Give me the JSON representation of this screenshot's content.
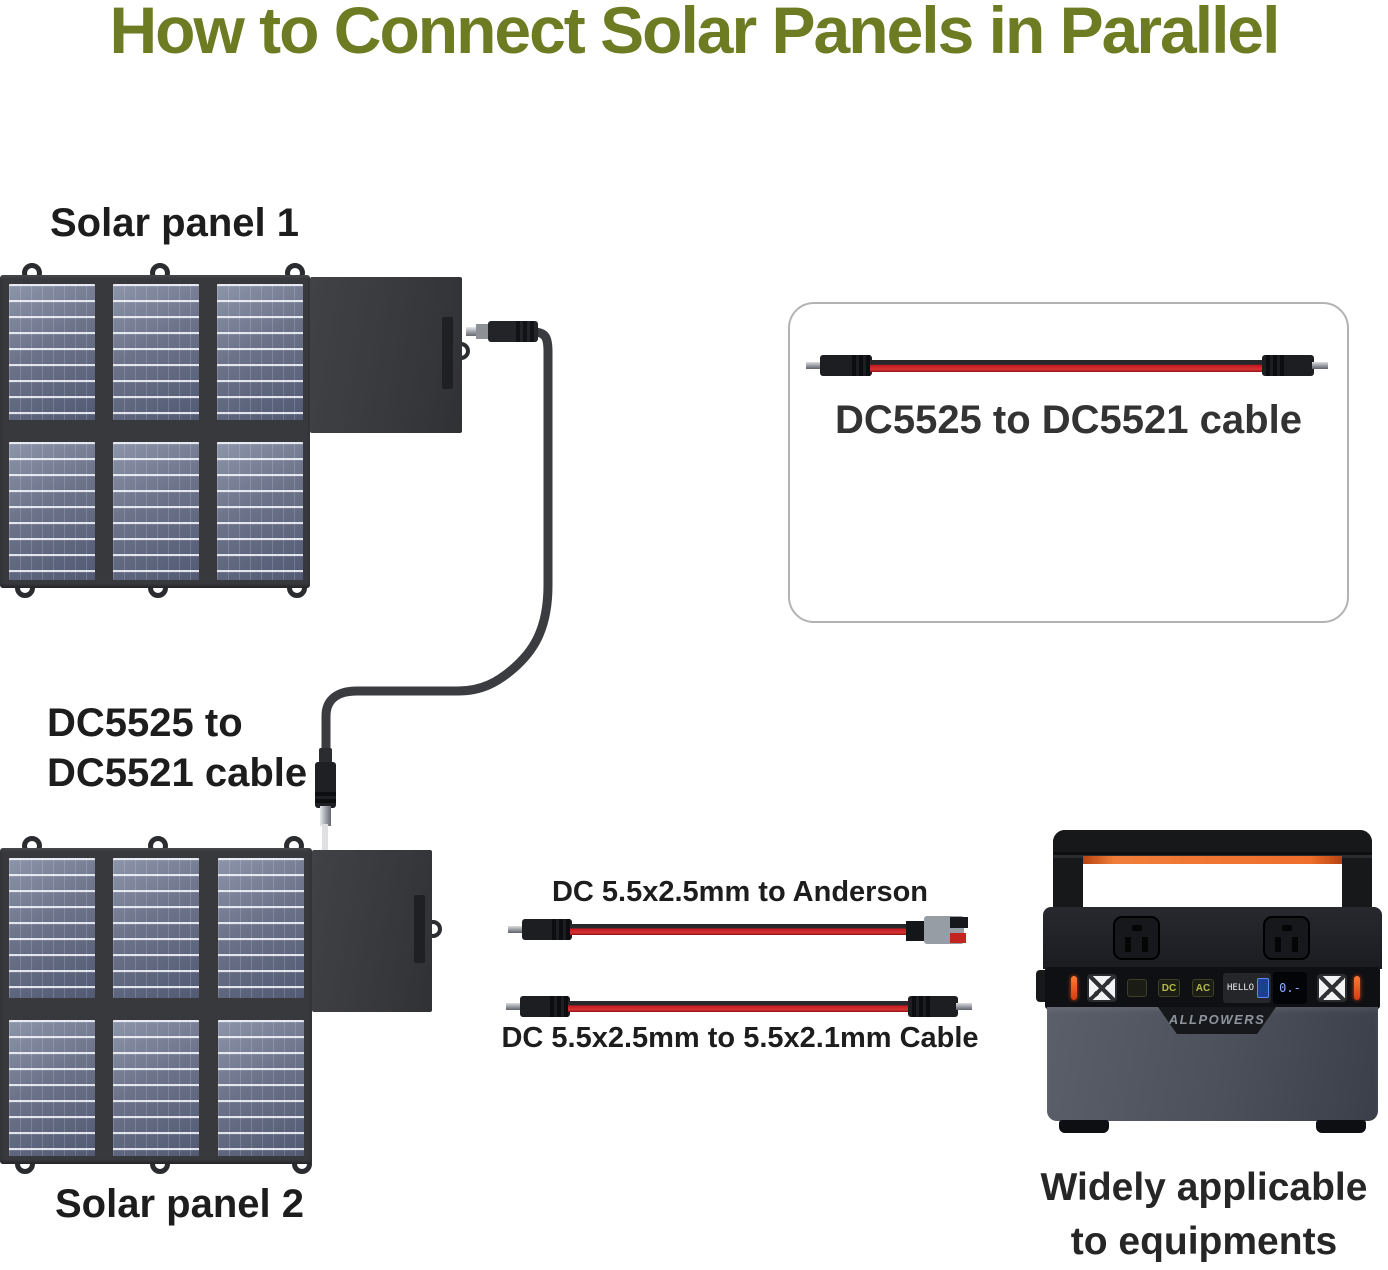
{
  "title": "How to Connect Solar Panels in Parallel",
  "panels": {
    "panel1_label": "Solar panel 1",
    "panel2_label": "Solar panel 2"
  },
  "left_cable": {
    "label_line1": "DC5525 to",
    "label_line2": "DC5521 cable"
  },
  "adapter_box": {
    "title": "DC5525 to DC5521 cable",
    "connector_icons": [
      "dc-barrel-and-square-tip-icon",
      "yellow-ring-barrel-icon",
      "red-tip-pin-icon",
      "green-ring-barrel-icon"
    ]
  },
  "center_cables": {
    "anderson_label": "DC 5.5x2.5mm to Anderson",
    "dc_label": "DC 5.5x2.5mm to 5.5x2.1mm Cable"
  },
  "power_station": {
    "brand": "ALLPOWERS",
    "buttons": [
      "",
      "DC",
      "AC"
    ],
    "display_text": "HELLO",
    "display_value": "0.-",
    "caption_line1": "Widely applicable",
    "caption_line2": "to equipments"
  },
  "colors": {
    "title_green": "#6d7b22",
    "cable_red": "#c0161f",
    "station_orange": "#ef6e2c"
  }
}
